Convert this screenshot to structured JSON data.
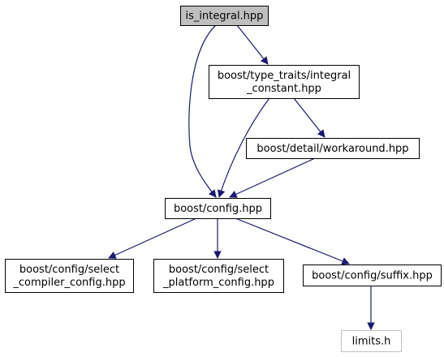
{
  "colors": {
    "edge": "#191970",
    "node_border": "#000000",
    "node_fill": "#ffffff",
    "root_fill": "#bfbfbf",
    "external_border": "#bfbfbf",
    "external_text": "#3f3f3f"
  },
  "nodes": [
    {
      "id": "is-integral",
      "lines": [
        "is_integral.hpp"
      ],
      "kind": "root"
    },
    {
      "id": "integral-constant",
      "lines": [
        "boost/type_traits/integral",
        "_constant.hpp"
      ],
      "kind": "normal"
    },
    {
      "id": "workaround",
      "lines": [
        "boost/detail/workaround.hpp"
      ],
      "kind": "normal"
    },
    {
      "id": "config",
      "lines": [
        "boost/config.hpp"
      ],
      "kind": "normal"
    },
    {
      "id": "select-compiler",
      "lines": [
        "boost/config/select",
        "_compiler_config.hpp"
      ],
      "kind": "normal"
    },
    {
      "id": "select-platform",
      "lines": [
        "boost/config/select",
        "_platform_config.hpp"
      ],
      "kind": "normal"
    },
    {
      "id": "suffix",
      "lines": [
        "boost/config/suffix.hpp"
      ],
      "kind": "normal"
    },
    {
      "id": "limits",
      "lines": [
        "limits.h"
      ],
      "kind": "external"
    }
  ],
  "edges": [
    {
      "from": "is-integral",
      "to": "config"
    },
    {
      "from": "is-integral",
      "to": "integral-constant"
    },
    {
      "from": "integral-constant",
      "to": "config"
    },
    {
      "from": "integral-constant",
      "to": "workaround"
    },
    {
      "from": "workaround",
      "to": "config"
    },
    {
      "from": "config",
      "to": "select-compiler"
    },
    {
      "from": "config",
      "to": "select-platform"
    },
    {
      "from": "config",
      "to": "suffix"
    },
    {
      "from": "suffix",
      "to": "limits"
    }
  ]
}
